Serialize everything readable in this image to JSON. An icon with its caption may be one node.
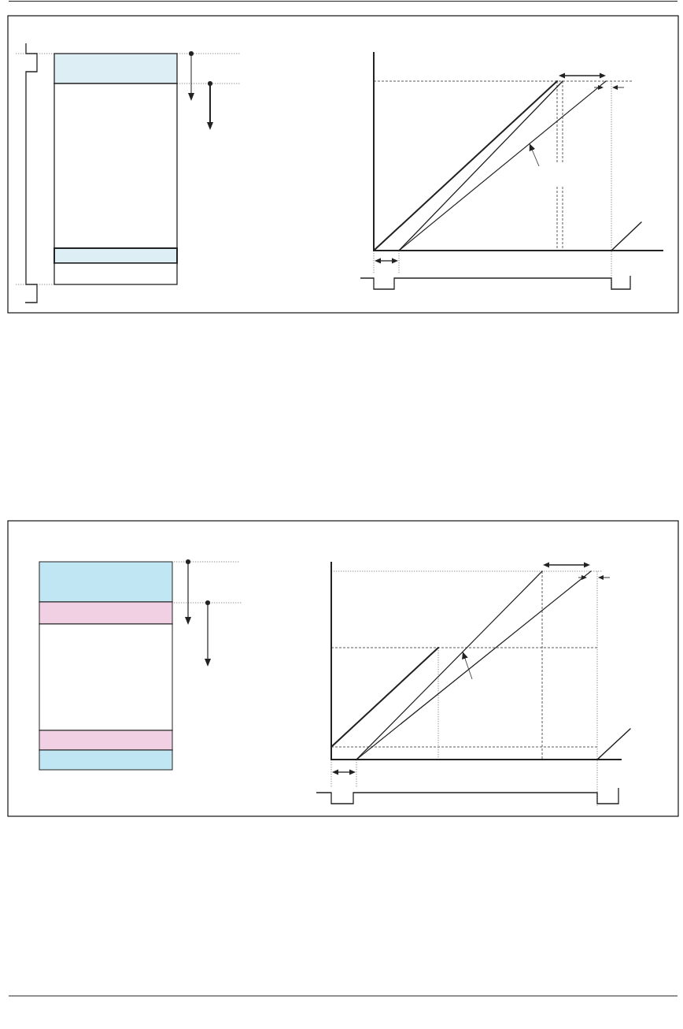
{
  "diagram": {
    "nodes": [
      {
        "text": [],
        "shape": "box"
      },
      {
        "text": [],
        "shape": "box"
      },
      {
        "text": [],
        "shape": "box"
      },
      {
        "text": [],
        "shape": "box"
      },
      {
        "text": [],
        "shape": "line"
      },
      {
        "text": [],
        "shape": "box"
      },
      {
        "text": [],
        "shape": "box"
      },
      {
        "text": [],
        "shape": "box"
      },
      {
        "text": [],
        "shape": "box"
      },
      {
        "text": [],
        "shape": "box"
      },
      {
        "text": [],
        "shape": "line"
      }
    ],
    "edges": [
      {
        "from": null,
        "to": 4,
        "arrow": "to"
      },
      {
        "from": null,
        "to": 10,
        "arrow": "to"
      }
    ]
  }
}
